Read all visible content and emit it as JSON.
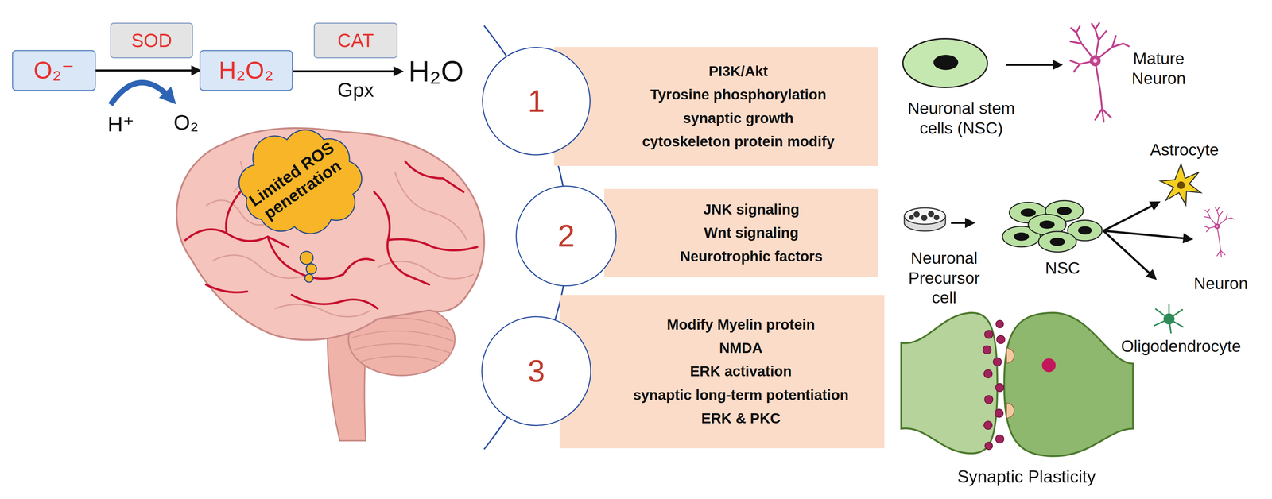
{
  "diagram": {
    "nodes": [
      {
        "text": [
          "O₂⁻"
        ]
      },
      {
        "text": [
          "SOD"
        ]
      },
      {
        "text": [
          "H₂O₂"
        ]
      },
      {
        "text": [
          "CAT"
        ]
      },
      {
        "text": [
          "Limited ROS penetration"
        ]
      },
      {
        "text": [
          "1"
        ]
      },
      {
        "text": [
          "PI3K/Akt",
          "Tyrosine phosphorylation",
          "synaptic growth",
          "cytoskeleton protein modify"
        ]
      },
      {
        "text": [
          "2"
        ]
      },
      {
        "text": [
          "JNK signaling",
          "Wnt signaling",
          "Neurotrophic factors"
        ]
      },
      {
        "text": [
          "3"
        ]
      },
      {
        "text": [
          "Modify Myelin protein",
          "NMDA",
          "ERK activation",
          "synaptic long-term potentiation",
          "ERK & PKC"
        ]
      }
    ],
    "edges": [
      {
        "from": 0,
        "to": 2,
        "arrow": "to"
      }
    ],
    "labels": [
      "H₂O",
      "Gpx",
      "H⁺",
      "O₂",
      "Neuronal stem cells (NSC)",
      "Mature Neuron",
      "Astrocyte",
      "Neuronal Precursor cell",
      "NSC",
      "Neuron",
      "Oligodendrocyte",
      "Synaptic Plasticity"
    ]
  }
}
